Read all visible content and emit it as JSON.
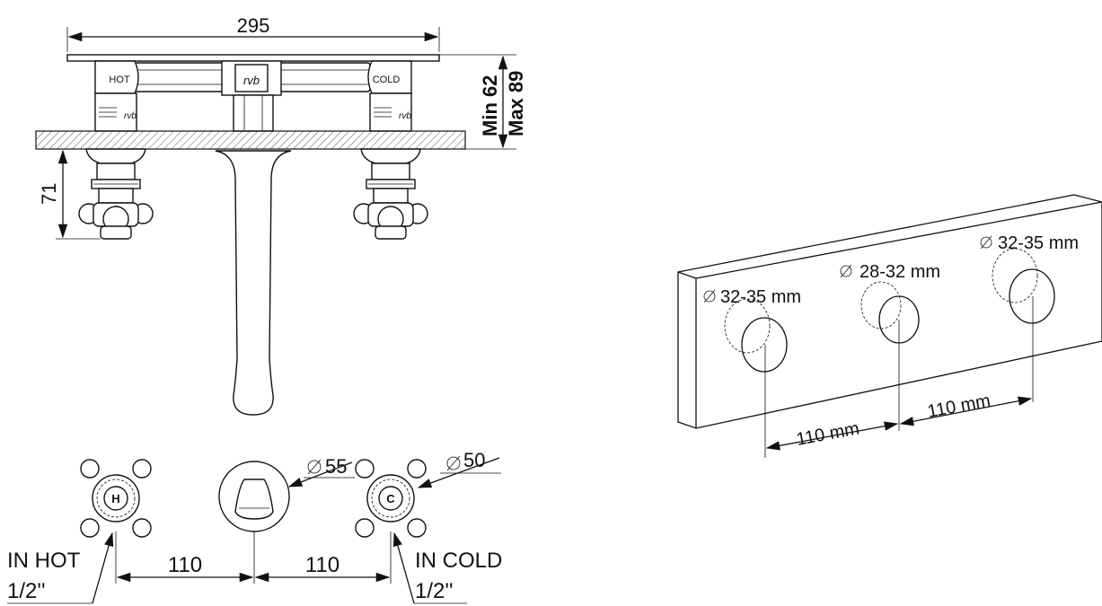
{
  "front_view": {
    "width_label": "295",
    "hot_label": "HOT",
    "cold_label": "COLD",
    "brand_label": "rvb",
    "depth_min_label": "Min 62",
    "depth_max_label": "Max 89",
    "handle_height_label": "71"
  },
  "plan_view": {
    "spout_diameter_label": "55",
    "handle_diameter_label": "50",
    "hot_cap_letter": "H",
    "cold_cap_letter": "C",
    "left_spacing_label": "110",
    "right_spacing_label": "110",
    "in_hot_label": "IN HOT",
    "in_hot_size": "1/2''",
    "in_cold_label": "IN COLD",
    "in_cold_size": "1/2''"
  },
  "drilling_view": {
    "left_hole_label": "32-35 mm",
    "middle_hole_label": "28-32 mm",
    "right_hole_label": "32-35 mm",
    "left_spacing_label": "110 mm",
    "right_spacing_label": "110 mm"
  },
  "colors": {
    "line": "#111111",
    "background": "#ffffff"
  }
}
